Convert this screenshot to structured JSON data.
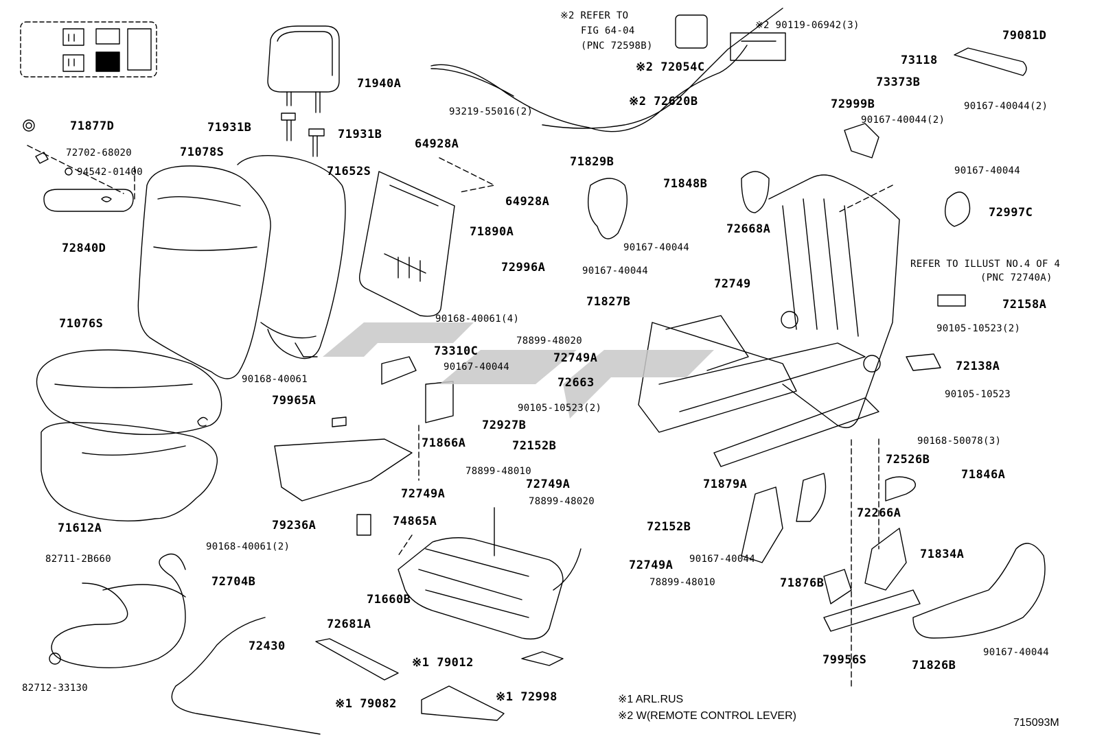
{
  "diagram_code": "715093M",
  "notes": {
    "n1": "※1 ARL.RUS",
    "n2": "※2 W(REMOTE CONTROL LEVER)"
  },
  "refs": {
    "fig_line1": "※2 REFER TO",
    "fig_line2": "FIG 64-04",
    "fig_line3": "(PNC 72598B)",
    "illust_line1": "REFER TO ILLUST NO.4 OF 4",
    "illust_line2": "(PNC 72740A)"
  },
  "parts": {
    "p71940A": "71940A",
    "p71877D": "71877D",
    "p72702_68020": "72702-68020",
    "p94542_01400": "94542-01400",
    "p72840D": "72840D",
    "p71931B_left": "71931B",
    "p71931B_right": "71931B",
    "p71078S": "71078S",
    "p71652S": "71652S",
    "p71076S": "71076S",
    "p71612A": "71612A",
    "p93219_55016": "93219-55016(2)",
    "p64928A_top": "64928A",
    "p64928A_right": "64928A",
    "p71890A": "71890A",
    "p72996A": "72996A",
    "p90168_40061_4": "90168-40061(4)",
    "p73310C": "73310C",
    "p90168_40061": "90168-40061",
    "p90167_40044_mid": "90167-40044",
    "p72663": "72663",
    "p79965A": "79965A",
    "p71866A": "71866A",
    "p72927B": "72927B",
    "p79236A": "79236A",
    "p74865A": "74865A",
    "p90168_40061_2": "90168-40061(2)",
    "p82711_2B660": "82711-2B660",
    "p72704B": "72704B",
    "p82712_33130": "82712-33130",
    "p72430": "72430",
    "p71660B": "71660B",
    "p72681A": "72681A",
    "p79012": "※1 79012",
    "p79082": "※1 79082",
    "p72998": "※1 72998",
    "p90119_06942": "※2 90119-06942(3)",
    "p72054C": "※2 72054C",
    "p72620B": "※2 72620B",
    "p71829B": "71829B",
    "p71848B": "71848B",
    "p90167_40044_b": "90167-40044",
    "p72668A": "72668A",
    "p90167_40044_c": "90167-40044",
    "p72749_top": "72749",
    "p71827B": "71827B",
    "p78899_48020_a": "78899-48020",
    "p72749A_a": "72749A",
    "p90105_10523_2a": "90105-10523(2)",
    "p72152B_a": "72152B",
    "p78899_48010_a": "78899-48010",
    "p72749A_b": "72749A",
    "p72749A_c": "72749A",
    "p78899_48020_b": "78899-48020",
    "p72152B_b": "72152B",
    "p72749A_d": "72749A",
    "p78899_48010_b": "78899-48010",
    "p71879A": "71879A",
    "p73118": "73118",
    "p73373B": "73373B",
    "p79081D": "79081D",
    "p72999B": "72999B",
    "p90167_40044_2": "90167-40044(2)",
    "p90167_40044_2b": "90167-40044(2)",
    "p90167_40044_d": "90167-40044",
    "p72997C": "72997C",
    "p72158A": "72158A",
    "p90105_10523_2b": "90105-10523(2)",
    "p72138A": "72138A",
    "p90105_10523": "90105-10523",
    "p90168_50078": "90168-50078(3)",
    "p72526B": "72526B",
    "p71846A": "71846A",
    "p72266A": "72266A",
    "p90167_40044_e": "90167-40044",
    "p71876B": "71876B",
    "p71834A": "71834A",
    "p79956S": "79956S",
    "p71826B": "71826B",
    "p90167_40044_f": "90167-40044"
  },
  "colors": {
    "line": "#000000",
    "watermark": "#c8c8c8"
  }
}
